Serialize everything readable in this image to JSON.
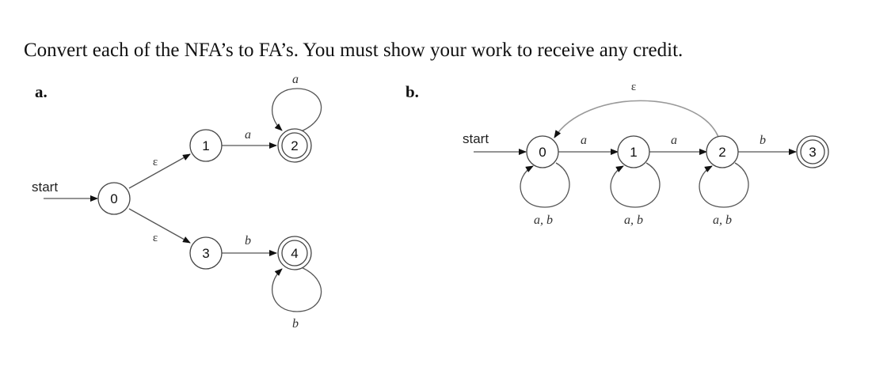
{
  "prompt": "Convert each of the NFA’s to FA’s. You must show your work to receive any credit.",
  "part_a": {
    "label": "a.",
    "start_label": "start",
    "states": [
      "0",
      "1",
      "2",
      "3",
      "4"
    ],
    "labels": {
      "eps_0_1": "ε",
      "eps_0_3": "ε",
      "a_1_2": "a",
      "loop_2": "a",
      "b_3_4": "b",
      "loop_4": "b"
    }
  },
  "part_b": {
    "label": "b.",
    "start_label": "start",
    "states": [
      "0",
      "1",
      "2",
      "3"
    ],
    "labels": {
      "a_0_1": "a",
      "a_1_2": "a",
      "b_2_3": "b",
      "eps_2_0": "ε",
      "loop_0": "a, b",
      "loop_1": "a, b",
      "loop_2": "a, b"
    }
  }
}
